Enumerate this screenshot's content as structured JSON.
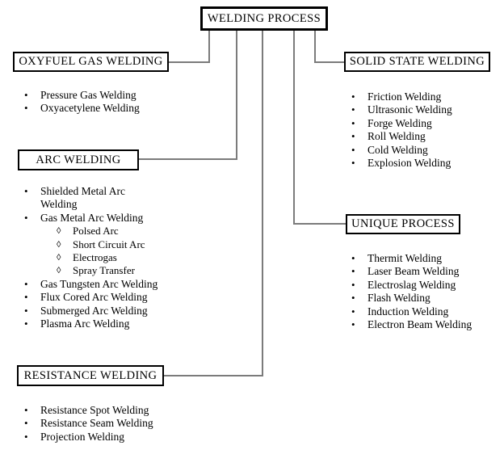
{
  "diagram": {
    "title": "WELDING PROCESS",
    "root": {
      "label": "WELDING PROCESS"
    },
    "branches": [
      {
        "key": "oxyfuel",
        "label": "OXYFUEL GAS WELDING",
        "items": [
          {
            "text": "Pressure Gas Welding",
            "level": 1,
            "bullet": "•"
          },
          {
            "text": "Oxyacetylene Welding",
            "level": 1,
            "bullet": "•"
          }
        ]
      },
      {
        "key": "solid-state",
        "label": "SOLID STATE WELDING",
        "items": [
          {
            "text": "Friction Welding",
            "level": 1,
            "bullet": "•"
          },
          {
            "text": "Ultrasonic Welding",
            "level": 1,
            "bullet": "•"
          },
          {
            "text": "Forge Welding",
            "level": 1,
            "bullet": "•"
          },
          {
            "text": "Roll Welding",
            "level": 1,
            "bullet": "•"
          },
          {
            "text": "Cold Welding",
            "level": 1,
            "bullet": "•"
          },
          {
            "text": "Explosion Welding",
            "level": 1,
            "bullet": "•"
          }
        ]
      },
      {
        "key": "arc",
        "label": "ARC WELDING",
        "items": [
          {
            "text": "Shielded Metal Arc Welding",
            "level": 1,
            "bullet": "•",
            "wrap": true
          },
          {
            "text": "Gas Metal Arc Welding",
            "level": 1,
            "bullet": "•"
          },
          {
            "text": "Polsed Arc",
            "level": 2,
            "bullet": "◊"
          },
          {
            "text": "Short Circuit Arc",
            "level": 2,
            "bullet": "◊"
          },
          {
            "text": "Electrogas",
            "level": 2,
            "bullet": "◊"
          },
          {
            "text": "Spray Transfer",
            "level": 2,
            "bullet": "◊"
          },
          {
            "text": "Gas Tungsten Arc Welding",
            "level": 1,
            "bullet": "•"
          },
          {
            "text": "Flux Cored Arc Welding",
            "level": 1,
            "bullet": "•"
          },
          {
            "text": "Submerged Arc Welding",
            "level": 1,
            "bullet": "•"
          },
          {
            "text": "Plasma Arc Welding",
            "level": 1,
            "bullet": "•"
          }
        ]
      },
      {
        "key": "unique",
        "label": "UNIQUE PROCESS",
        "items": [
          {
            "text": "Thermit Welding",
            "level": 1,
            "bullet": "•"
          },
          {
            "text": "Laser Beam Welding",
            "level": 1,
            "bullet": "•"
          },
          {
            "text": "Electroslag Welding",
            "level": 1,
            "bullet": "•"
          },
          {
            "text": "Flash Welding",
            "level": 1,
            "bullet": "•"
          },
          {
            "text": "Induction Welding",
            "level": 1,
            "bullet": "•"
          },
          {
            "text": "Electron Beam Welding",
            "level": 1,
            "bullet": "•"
          }
        ]
      },
      {
        "key": "resistance",
        "label": "RESISTANCE WELDING",
        "items": [
          {
            "text": "Resistance Spot Welding",
            "level": 1,
            "bullet": "•"
          },
          {
            "text": "Resistance Seam Welding",
            "level": 1,
            "bullet": "•"
          },
          {
            "text": "Projection Welding",
            "level": 1,
            "bullet": "•"
          }
        ]
      }
    ],
    "colors": {
      "box_border": "#000000",
      "connector": "#7b7b7b",
      "background": "#ffffff",
      "text": "#000000"
    }
  }
}
